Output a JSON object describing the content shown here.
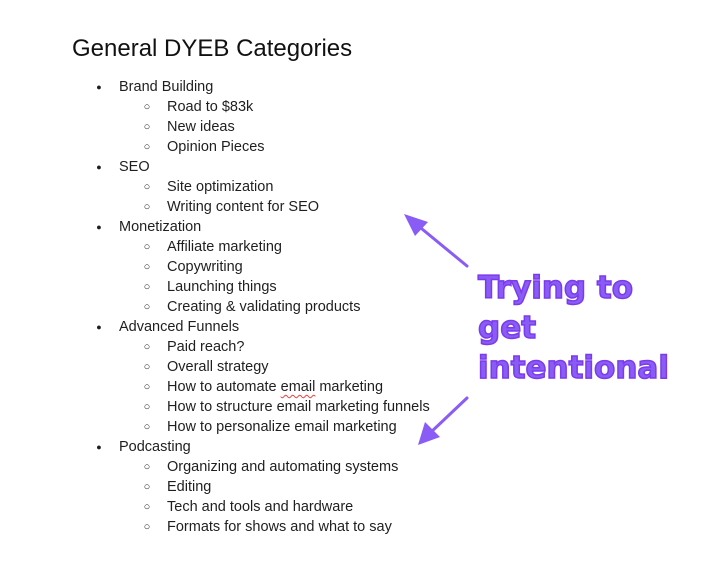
{
  "document": {
    "title": "General DYEB Categories",
    "outline": [
      {
        "level": 1,
        "text": "Brand Building"
      },
      {
        "level": 2,
        "text": "Road to $83k"
      },
      {
        "level": 2,
        "text": "New ideas"
      },
      {
        "level": 2,
        "text": "Opinion Pieces"
      },
      {
        "level": 1,
        "text": "SEO"
      },
      {
        "level": 2,
        "text": "Site optimization"
      },
      {
        "level": 2,
        "text": "Writing content for SEO"
      },
      {
        "level": 1,
        "text": "Monetization"
      },
      {
        "level": 2,
        "text": "Affiliate marketing"
      },
      {
        "level": 2,
        "text": "Copywriting"
      },
      {
        "level": 2,
        "text": "Launching things"
      },
      {
        "level": 2,
        "text": "Creating & validating products"
      },
      {
        "level": 1,
        "text": "Advanced Funnels"
      },
      {
        "level": 2,
        "text": "Paid reach?"
      },
      {
        "level": 2,
        "text": "Overall strategy"
      },
      {
        "level": 2,
        "text_before": "How to automate ",
        "text_flagged": "email",
        "text_after": " marketing",
        "spellcheck_flag": true
      },
      {
        "level": 2,
        "text": "How to structure email marketing funnels"
      },
      {
        "level": 2,
        "text": "How to personalize email marketing"
      },
      {
        "level": 1,
        "text": "Podcasting"
      },
      {
        "level": 2,
        "text": "Organizing and automating systems"
      },
      {
        "level": 2,
        "text": "Editing"
      },
      {
        "level": 2,
        "text": "Tech and tools and hardware"
      },
      {
        "level": 2,
        "text": "Formats for shows and what to say"
      }
    ]
  },
  "annotation": {
    "lines": [
      "Trying to",
      "get",
      "intentional"
    ],
    "color": "#8a5cf6",
    "arrows": [
      {
        "name": "arrow-up-left-icon",
        "direction": "up-left"
      },
      {
        "name": "arrow-down-left-icon",
        "direction": "down-left"
      }
    ]
  },
  "styles": {
    "text_color": "#1f1f1f",
    "spellcheck_underline_color": "#e0443e"
  }
}
